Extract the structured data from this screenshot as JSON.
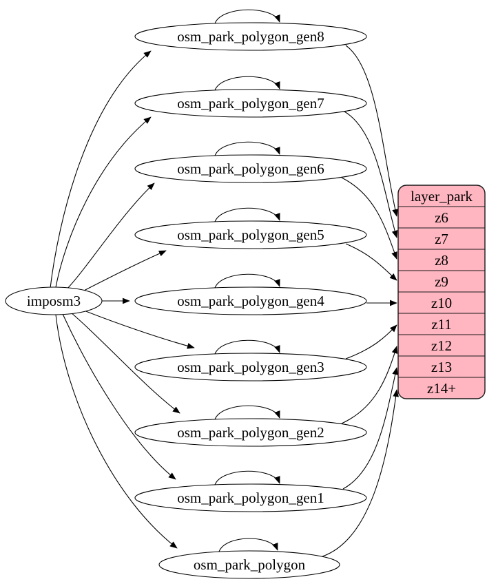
{
  "diagram": {
    "kind": "etl-dependency-graph",
    "source": {
      "label": "imposm3"
    },
    "tables": [
      {
        "label": "osm_park_polygon_gen8",
        "target_zoom": "z6"
      },
      {
        "label": "osm_park_polygon_gen7",
        "target_zoom": "z7"
      },
      {
        "label": "osm_park_polygon_gen6",
        "target_zoom": "z8"
      },
      {
        "label": "osm_park_polygon_gen5",
        "target_zoom": "z9"
      },
      {
        "label": "osm_park_polygon_gen4",
        "target_zoom": "z10"
      },
      {
        "label": "osm_park_polygon_gen3",
        "target_zoom": "z11"
      },
      {
        "label": "osm_park_polygon_gen2",
        "target_zoom": "z12"
      },
      {
        "label": "osm_park_polygon_gen1",
        "target_zoom": "z13"
      },
      {
        "label": "osm_park_polygon",
        "target_zoom": "z14+"
      }
    ],
    "layer": {
      "title": "layer_park",
      "zoom_rows": [
        "z6",
        "z7",
        "z8",
        "z9",
        "z10",
        "z11",
        "z12",
        "z13",
        "z14+"
      ]
    },
    "colors": {
      "layer_fill": "#ffb6c1",
      "node_fill": "#ffffff",
      "stroke": "#000000",
      "background": "#ffffff"
    }
  }
}
